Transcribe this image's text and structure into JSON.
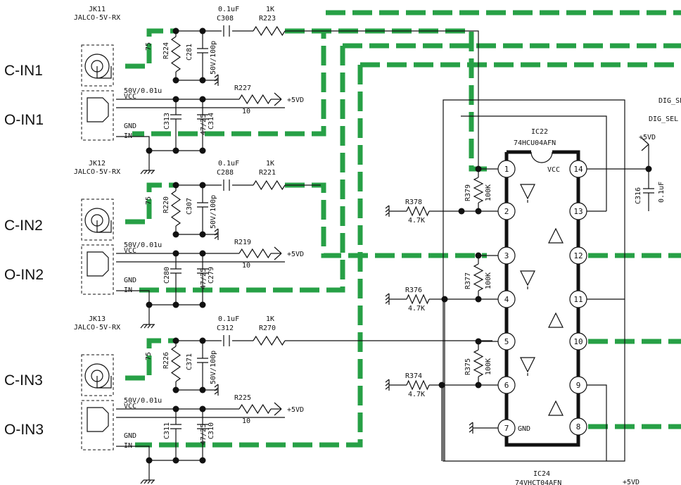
{
  "inputs": [
    {
      "label": "C-IN1"
    },
    {
      "label": "O-IN1"
    },
    {
      "label": "C-IN2"
    },
    {
      "label": "O-IN2"
    },
    {
      "label": "C-IN3"
    },
    {
      "label": "O-IN3"
    }
  ],
  "jacks": [
    {
      "ref": "JK11",
      "part": "JALCO-5V-RX"
    },
    {
      "ref": "JK12",
      "part": "JALCO-5V-RX"
    },
    {
      "ref": "JK13",
      "part": "JALCO-5V-RX"
    }
  ],
  "opt_pins": {
    "vcc": "VCC",
    "gnd": "GND",
    "in": "IN"
  },
  "channels": [
    {
      "cap_val": "0.1uF",
      "cap_ref": "C308",
      "res_val": "1K",
      "res_ref": "R223",
      "term_val": "75",
      "term_ref": "R224",
      "cap2_ref": "C281",
      "cap2_val": "50V/100p",
      "dec_val": "50V/0.01u",
      "dec_ref": "C313",
      "elec_val": "47/25",
      "elec_ref": "C314",
      "pr_ref": "R227",
      "pr_val": "10",
      "pwr": "+5VD"
    },
    {
      "cap_val": "0.1uF",
      "cap_ref": "C288",
      "res_val": "1K",
      "res_ref": "R221",
      "term_val": "75",
      "term_ref": "R220",
      "cap2_ref": "C307",
      "cap2_val": "50V/100p",
      "dec_val": "50V/0.01u",
      "dec_ref": "C280",
      "elec_val": "47/25",
      "elec_ref": "C279",
      "pr_ref": "R219",
      "pr_val": "10",
      "pwr": "+5VD"
    },
    {
      "cap_val": "0.1uF",
      "cap_ref": "C312",
      "res_val": "1K",
      "res_ref": "R270",
      "term_val": "75",
      "term_ref": "R226",
      "cap2_ref": "C371",
      "cap2_val": "50V/100p",
      "dec_val": "50V/0.01u",
      "dec_ref": "C311",
      "elec_val": "47/25",
      "elec_ref": "C310",
      "pr_ref": "R225",
      "pr_val": "10",
      "pwr": "+5VD"
    }
  ],
  "ic22": {
    "ref": "IC22",
    "part": "74HCU04AFN",
    "vcc": "VCC",
    "gnd": "GND"
  },
  "ic24": {
    "ref": "IC24",
    "part": "74VHCT04AFN"
  },
  "pins": [
    "1",
    "2",
    "3",
    "4",
    "5",
    "6",
    "7",
    "8",
    "9",
    "10",
    "11",
    "12",
    "13",
    "14"
  ],
  "pulldowns": [
    {
      "ref": "R378",
      "val": "4.7K"
    },
    {
      "ref": "R376",
      "val": "4.7K"
    },
    {
      "ref": "R374",
      "val": "4.7K"
    }
  ],
  "bias": [
    {
      "ref": "R379",
      "val": "100K"
    },
    {
      "ref": "R377",
      "val": "100K"
    },
    {
      "ref": "R375",
      "val": "100K"
    }
  ],
  "decoupling": {
    "pwr": "+5VD",
    "ref": "C316",
    "val": "0.1uF"
  },
  "bottom_pwr": "+5VD",
  "dig_sel": [
    "DIG_SEL",
    "DIG_SEL"
  ],
  "colors": {
    "trace": "#27a046",
    "ink": "#111111"
  }
}
